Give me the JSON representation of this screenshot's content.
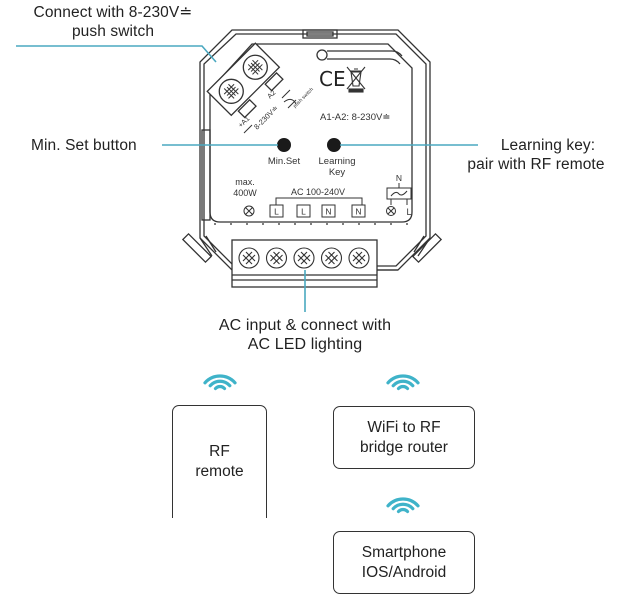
{
  "callouts": {
    "push_switch": {
      "line1": "Connect with 8-230V≐",
      "line2": "push switch"
    },
    "min_set": {
      "label": "Min. Set button"
    },
    "learning_key": {
      "line1": "Learning key:",
      "line2": "pair with RF remote"
    },
    "ac_input": {
      "line1": "AC input & connect with",
      "line2": "AC LED lighting"
    }
  },
  "device": {
    "terminal_a1": "+A1",
    "terminal_a2": "A2",
    "switch_voltage": "8-230V≐",
    "push_switch_marking": "push switch",
    "ce_mark": "CE",
    "weee_icon": "crossed-bin-icon",
    "a1_a2_rating": "A1-A2: 8-230V≐",
    "button_min_set": "Min.Set",
    "button_learning_line1": "Learning",
    "button_learning_line2": "Key",
    "max_load_line1": "max.",
    "max_load_line2": "400W",
    "ac_range": "AC 100-240V",
    "terminals": [
      "L",
      "L",
      "N",
      "N"
    ],
    "dimmer_n": "N",
    "dimmer_l": "L",
    "screw_count": 5
  },
  "boxes": {
    "rf_remote": {
      "line1": "RF",
      "line2": "remote"
    },
    "bridge": {
      "line1": "WiFi to RF",
      "line2": "bridge router"
    },
    "smartphone": {
      "line1": "Smartphone",
      "line2": "IOS/Android"
    }
  },
  "colors": {
    "callout_line": "#4aa8c0",
    "wifi_icon": "#3fb3c9",
    "outline": "#333333"
  }
}
